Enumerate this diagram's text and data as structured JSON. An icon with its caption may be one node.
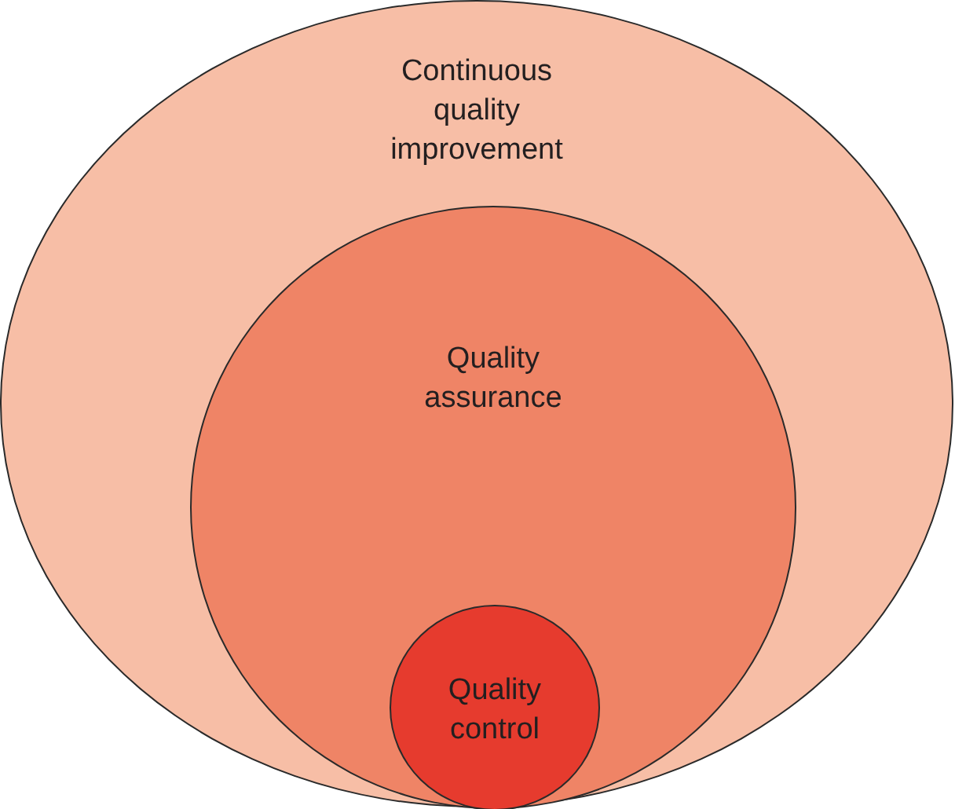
{
  "diagram": {
    "nodes": [
      {
        "text": [
          "Continuous quality improvement"
        ]
      },
      {
        "text": [
          "Quality assurance"
        ],
        "in": 0
      },
      {
        "text": [
          "Quality control"
        ],
        "in": 1
      }
    ]
  }
}
